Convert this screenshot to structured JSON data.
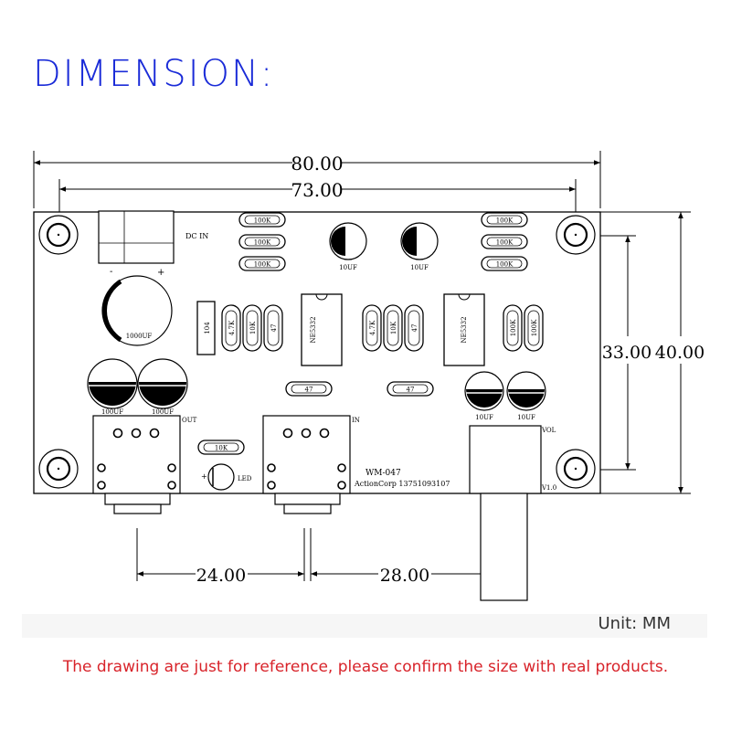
{
  "heading": "DIMENSION:",
  "unit_text": "Unit: MM",
  "note": "The drawing are just for reference, please confirm the size with real products.",
  "dimensions": {
    "overall_width": "80.00",
    "hole_spacing_width": "73.00",
    "hole_spacing_height": "33.00",
    "overall_height": "40.00",
    "out_to_in": "24.00",
    "in_to_vol": "28.00"
  },
  "board": {
    "dc_in": "DC IN",
    "cap_minus": "-",
    "cap_plus": "+",
    "big_cap": "1000UF",
    "res_100k": "100K",
    "cap_10uf": "10UF",
    "cap_104": "104",
    "res_4_7k": "4.7K",
    "res_10k": "10K",
    "cap_47": "47",
    "ic": "NE5332",
    "cap_100uf": "100UF",
    "out": "OUT",
    "in": "IN",
    "led": "LED",
    "led_plus": "+",
    "vol": "VOL",
    "model": "WM-047",
    "maker": "ActionCorp 13751093107",
    "version": "V1.0"
  }
}
